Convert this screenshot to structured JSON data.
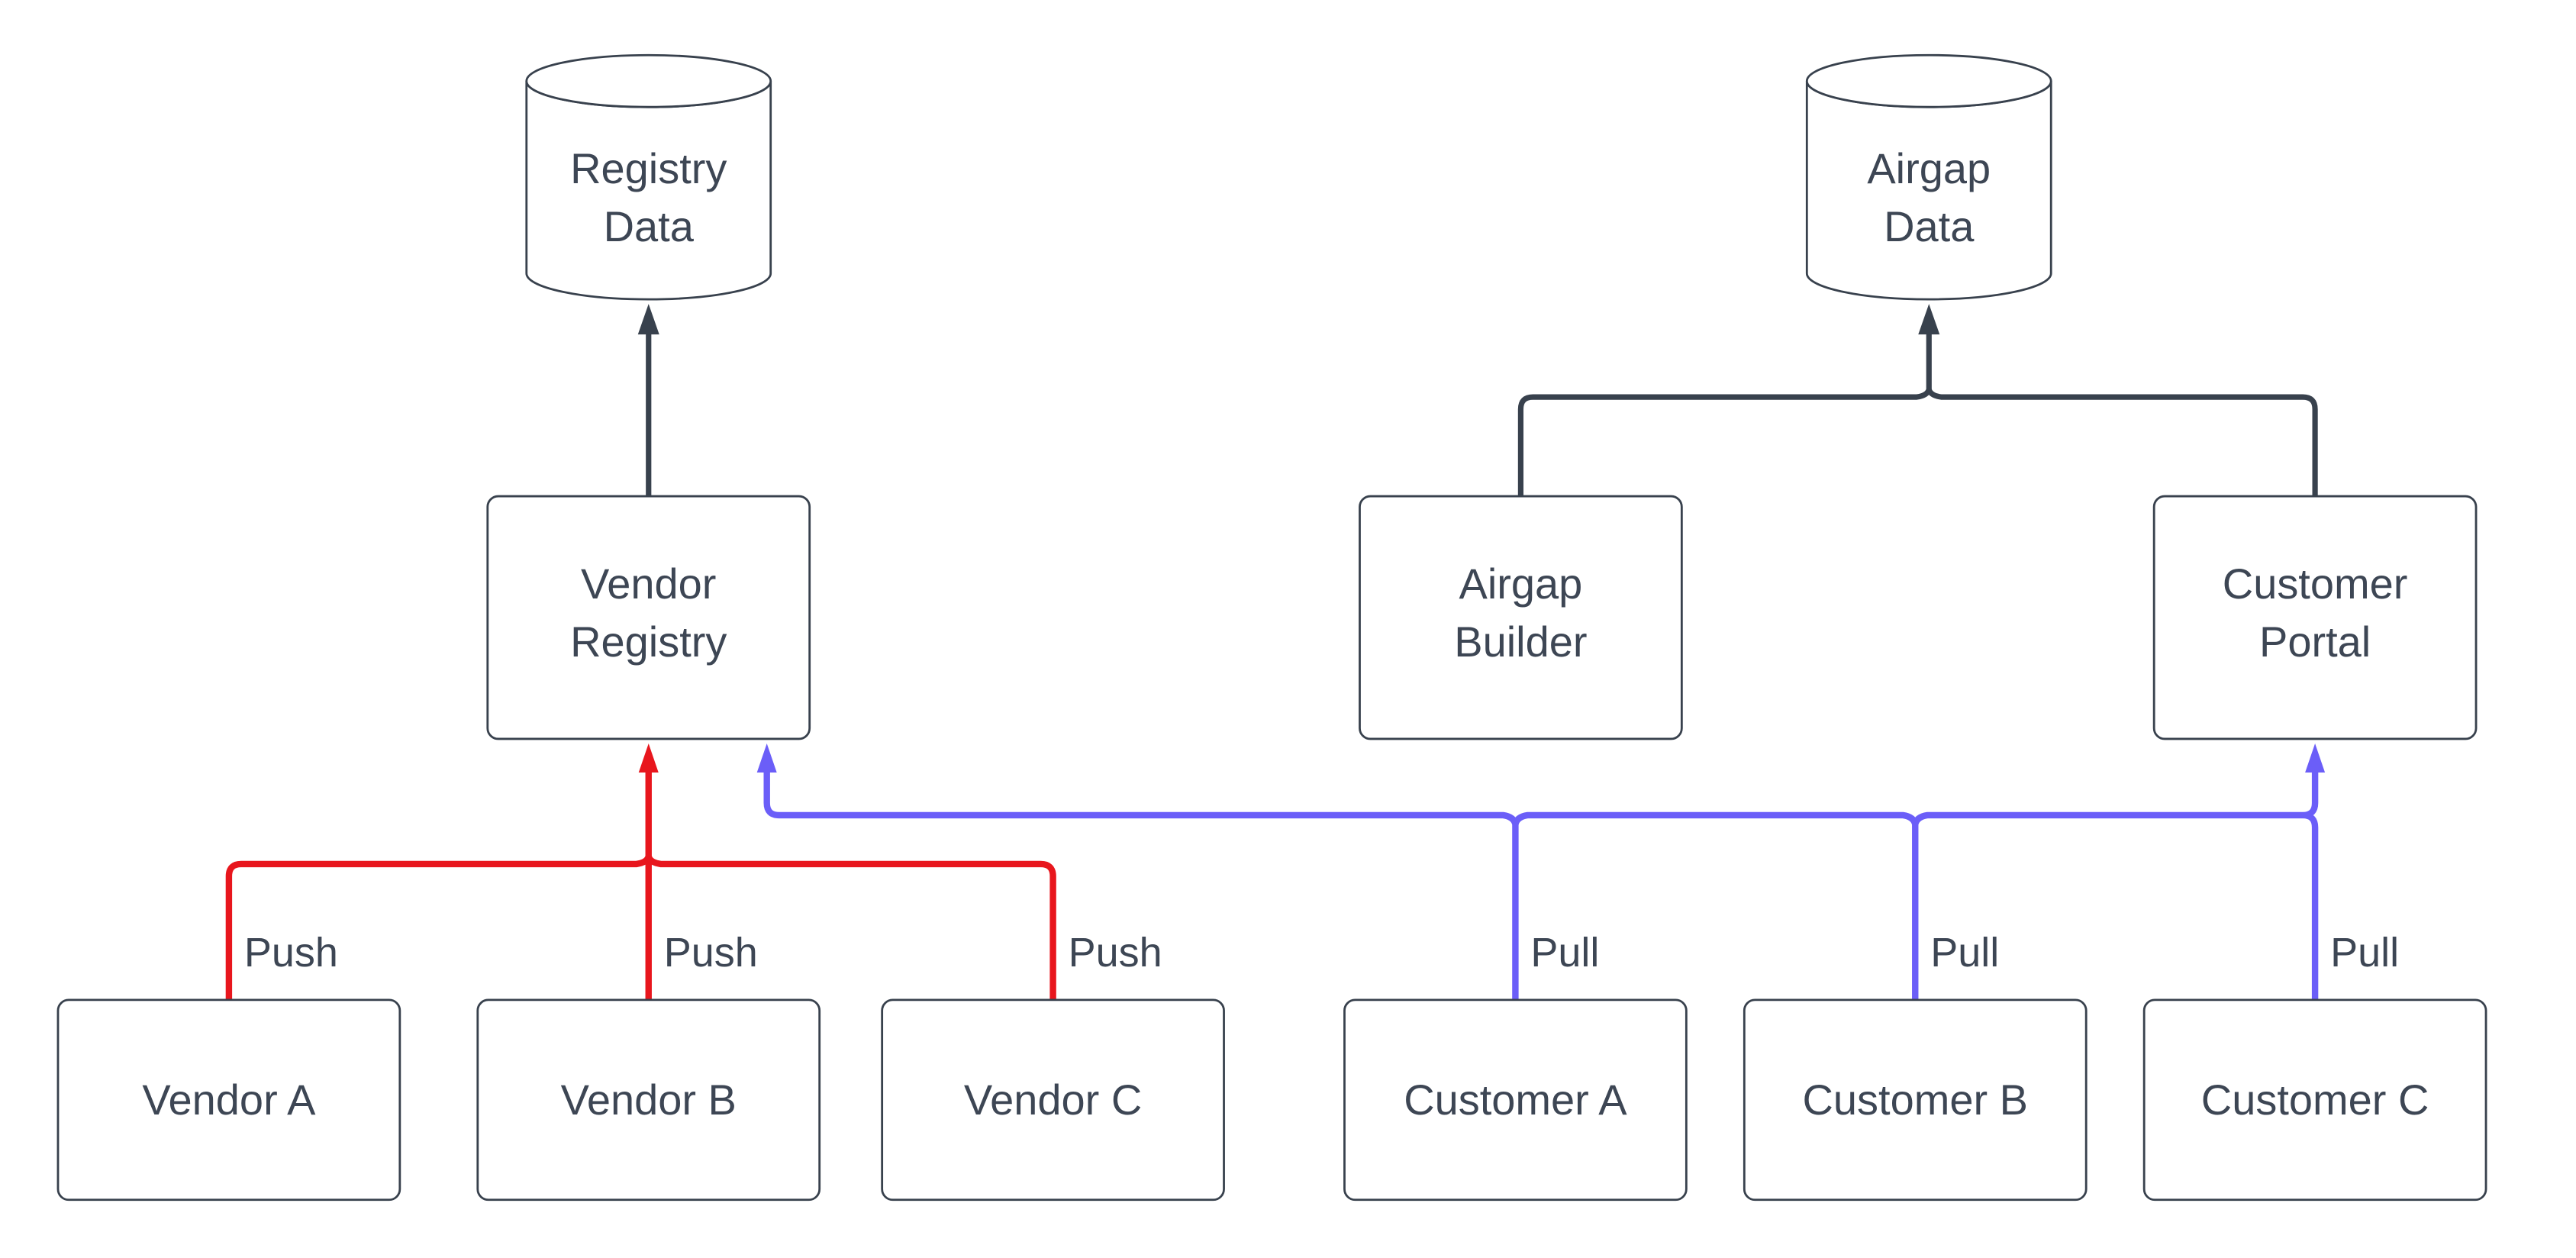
{
  "diagram": {
    "background": "#ffffff",
    "colors": {
      "node_fill": "#ffffff",
      "node_border": "#38414d",
      "text": "#3d4654",
      "edge_dark": "#38414d",
      "edge_push": "#e8161d",
      "edge_pull": "#6b5ef8"
    },
    "nodes": [
      {
        "id": "registry-data",
        "shape": "cylinder",
        "lines": [
          "Registry",
          "Data"
        ]
      },
      {
        "id": "airgap-data",
        "shape": "cylinder",
        "lines": [
          "Airgap",
          "Data"
        ]
      },
      {
        "id": "vendor-registry",
        "shape": "rect",
        "lines": [
          "Vendor",
          "Registry"
        ]
      },
      {
        "id": "airgap-builder",
        "shape": "rect",
        "lines": [
          "Airgap",
          "Builder"
        ]
      },
      {
        "id": "customer-portal",
        "shape": "rect",
        "lines": [
          "Customer",
          "Portal"
        ]
      },
      {
        "id": "vendor-a",
        "shape": "rect",
        "lines": [
          "Vendor A"
        ]
      },
      {
        "id": "vendor-b",
        "shape": "rect",
        "lines": [
          "Vendor B"
        ]
      },
      {
        "id": "vendor-c",
        "shape": "rect",
        "lines": [
          "Vendor C"
        ]
      },
      {
        "id": "customer-a",
        "shape": "rect",
        "lines": [
          "Customer A"
        ]
      },
      {
        "id": "customer-b",
        "shape": "rect",
        "lines": [
          "Customer B"
        ]
      },
      {
        "id": "customer-c",
        "shape": "rect",
        "lines": [
          "Customer C"
        ]
      }
    ],
    "edges": [
      {
        "id": "vendor-registry-to-registry-data",
        "from": "vendor-registry",
        "to": "registry-data",
        "color": "edge_dark",
        "label": ""
      },
      {
        "id": "airgap-builder-to-airgap-data",
        "from": "airgap-builder",
        "to": "airgap-data",
        "color": "edge_dark",
        "label": ""
      },
      {
        "id": "customer-portal-to-airgap-data",
        "from": "customer-portal",
        "to": "airgap-data",
        "color": "edge_dark",
        "label": ""
      },
      {
        "id": "vendor-a-push",
        "from": "vendor-a",
        "to": "vendor-registry",
        "color": "edge_push",
        "label": "Push"
      },
      {
        "id": "vendor-b-push",
        "from": "vendor-b",
        "to": "vendor-registry",
        "color": "edge_push",
        "label": "Push"
      },
      {
        "id": "vendor-c-push",
        "from": "vendor-c",
        "to": "vendor-registry",
        "color": "edge_push",
        "label": "Push"
      },
      {
        "id": "customer-a-pull",
        "from": "customer-a",
        "to": "vendor-registry",
        "color": "edge_pull",
        "label": "Pull"
      },
      {
        "id": "customer-b-pull",
        "from": "customer-b",
        "to": "vendor-registry",
        "color": "edge_pull",
        "label": "Pull"
      },
      {
        "id": "customer-c-pull",
        "from": "customer-c",
        "to": "customer-portal",
        "color": "edge_pull",
        "label": "Pull"
      }
    ]
  }
}
